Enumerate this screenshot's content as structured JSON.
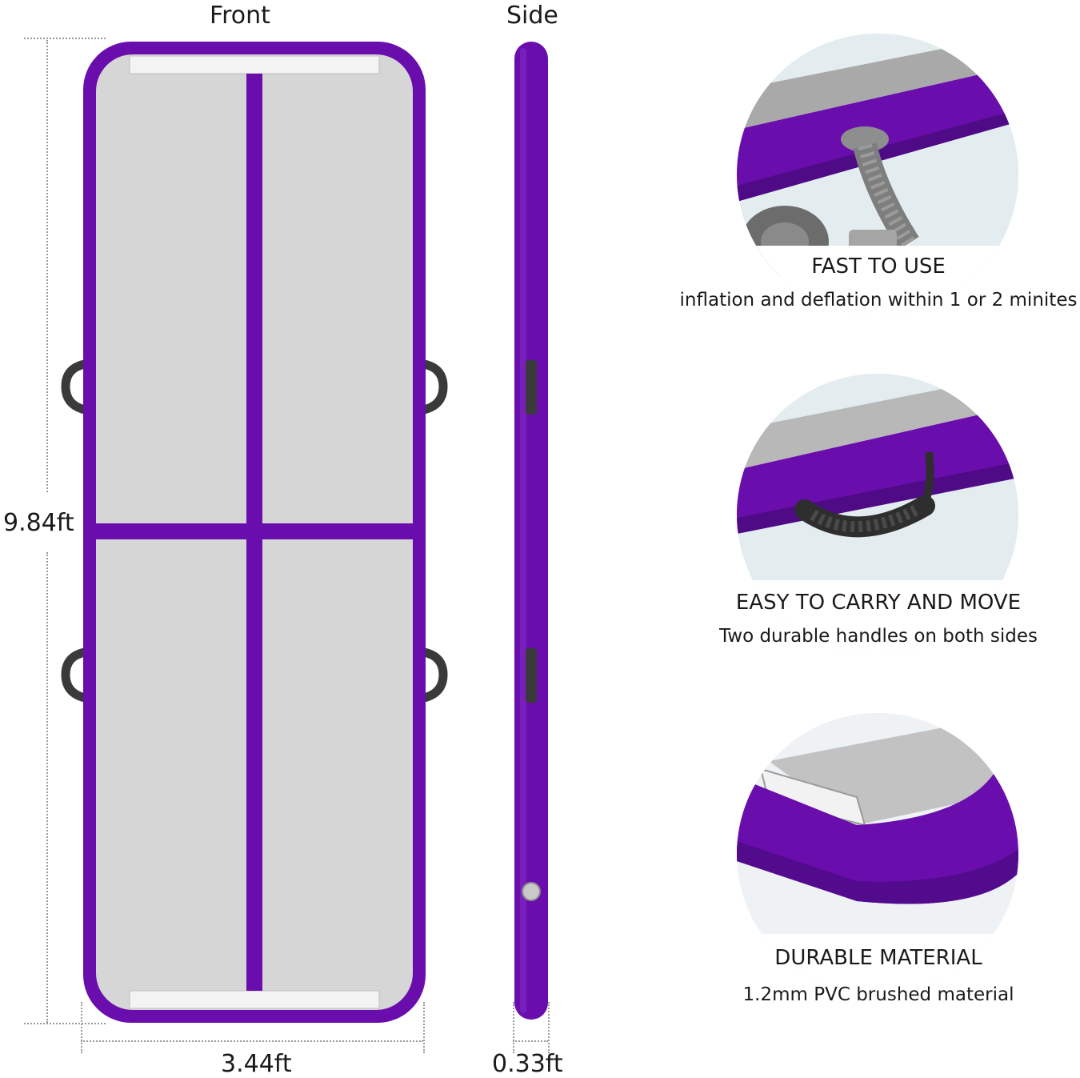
{
  "views": {
    "front_title": "Front",
    "side_title": "Side"
  },
  "dimensions": {
    "length": "9.84ft",
    "width": "3.44ft",
    "thickness": "0.33ft"
  },
  "features": [
    {
      "title": "FAST TO USE",
      "description": "inflation and deflation within 1 or 2 minites"
    },
    {
      "title": "EASY TO CARRY AND MOVE",
      "description": "Two durable handles on both sides"
    },
    {
      "title": "DURABLE MATERIAL",
      "description": "1.2mm PVC brushed material"
    }
  ],
  "colors": {
    "purple": "#6a0dad",
    "mat_gray": "#d4d4d4",
    "velcro": "#f2f2f2",
    "handle": "#3a3a3a"
  }
}
